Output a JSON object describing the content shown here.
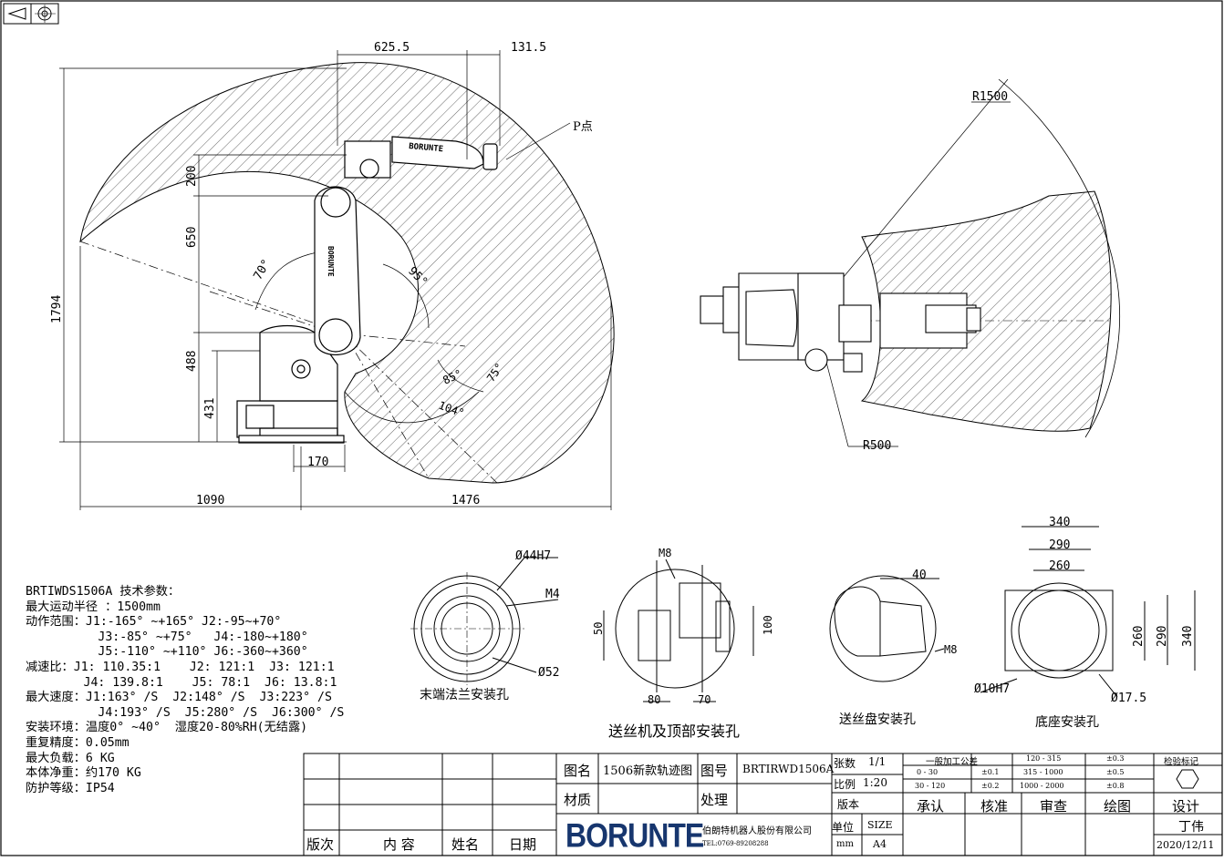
{
  "dims": {
    "d625": "625.5",
    "d131": "131.5",
    "r1500": "R1500",
    "pdot": "P点",
    "d200": "200",
    "d650": "650",
    "d1794": "1794",
    "d488": "488",
    "d431": "431",
    "d170": "170",
    "d1090": "1090",
    "d1476": "1476",
    "a70": "70°",
    "a95": "95°",
    "a85": "85°",
    "a75": "75°",
    "a104": "104°",
    "r500": "R500"
  },
  "brand_text": {
    "arm": "BORUNTE",
    "vertical": "BORUNTE"
  },
  "details": {
    "flange": {
      "d44": "Ø44H7",
      "m4": "M4",
      "d52": "Ø52",
      "caption": "末端法兰安装孔"
    },
    "feeder": {
      "m8": "M8",
      "d50": "50",
      "d100": "100",
      "d80": "80",
      "d70": "70",
      "caption": "送丝机及顶部安装孔"
    },
    "spool": {
      "d40": "40",
      "m8": "M8",
      "caption": "送丝盘安装孔"
    },
    "base": {
      "d340": "340",
      "d290": "290",
      "d260": "260",
      "v260": "260",
      "v290": "290",
      "v340": "340",
      "d10": "Ø10H7",
      "d175": "Ø17.5",
      "caption": "底座安装孔"
    }
  },
  "specs": {
    "title": "BRTIWDS1506A 技术参数：",
    "rows": [
      "最大运动半径 ：1500mm",
      "动作范围：J1:-165° ~+165° J2:-95~+70°",
      "          J3:-85° ~+75°   J4:-180~+180°",
      "          J5:-110° ~+110° J6:-360~+360°",
      "减速比：J1: 110.35:1    J2: 121:1  J3: 121:1",
      "        J4: 139.8:1    J5: 78:1  J6: 13.8:1",
      "最大速度：J1:163° /S  J2:148° /S  J3:223° /S",
      "          J4:193° /S  J5:280° /S  J6:300° /S",
      "安装环境：温度0° ~40°  湿度20-80%RH(无结露)",
      "重复精度：0.05mm",
      "最大负载：6 KG",
      "本体净重：约170 KG",
      "防护等级：IP54"
    ]
  },
  "title_block": {
    "revision_headers": {
      "version": "版次",
      "content": "内 容",
      "name": "姓名",
      "date": "日期"
    },
    "drawing_name_label": "图名",
    "drawing_name": "1506新款轨迹图",
    "drawing_no_label": "图号",
    "drawing_no": "BRTIRWD1506A",
    "material_label": "材质",
    "treatment_label": "处理",
    "sheets_label": "张数",
    "sheets": "1/1",
    "scale_label": "比例",
    "scale": "1:20",
    "edition_label": "版本",
    "tolerance_title": "一般加工公差",
    "tolerances": [
      [
        "0 - 30",
        "±0.1",
        "120 - 315",
        "±0.3"
      ],
      [
        "30 - 120",
        "±0.2",
        "315 - 1000",
        "±0.5"
      ],
      [
        "",
        "",
        "1000 - 2000",
        "±0.8"
      ]
    ],
    "inspection_mark": "检验标记",
    "approve": "承认",
    "check": "核准",
    "review": "审查",
    "draw": "绘图",
    "design": "设计",
    "designer": "丁伟",
    "date": "2020/12/11",
    "logo": "BORUNTE",
    "company": "伯朗特机器人股份有限公司",
    "tel": "TEL:0769-89208288",
    "unit_label": "单位",
    "unit": "mm",
    "size_label": "SIZE",
    "size": "A4"
  }
}
